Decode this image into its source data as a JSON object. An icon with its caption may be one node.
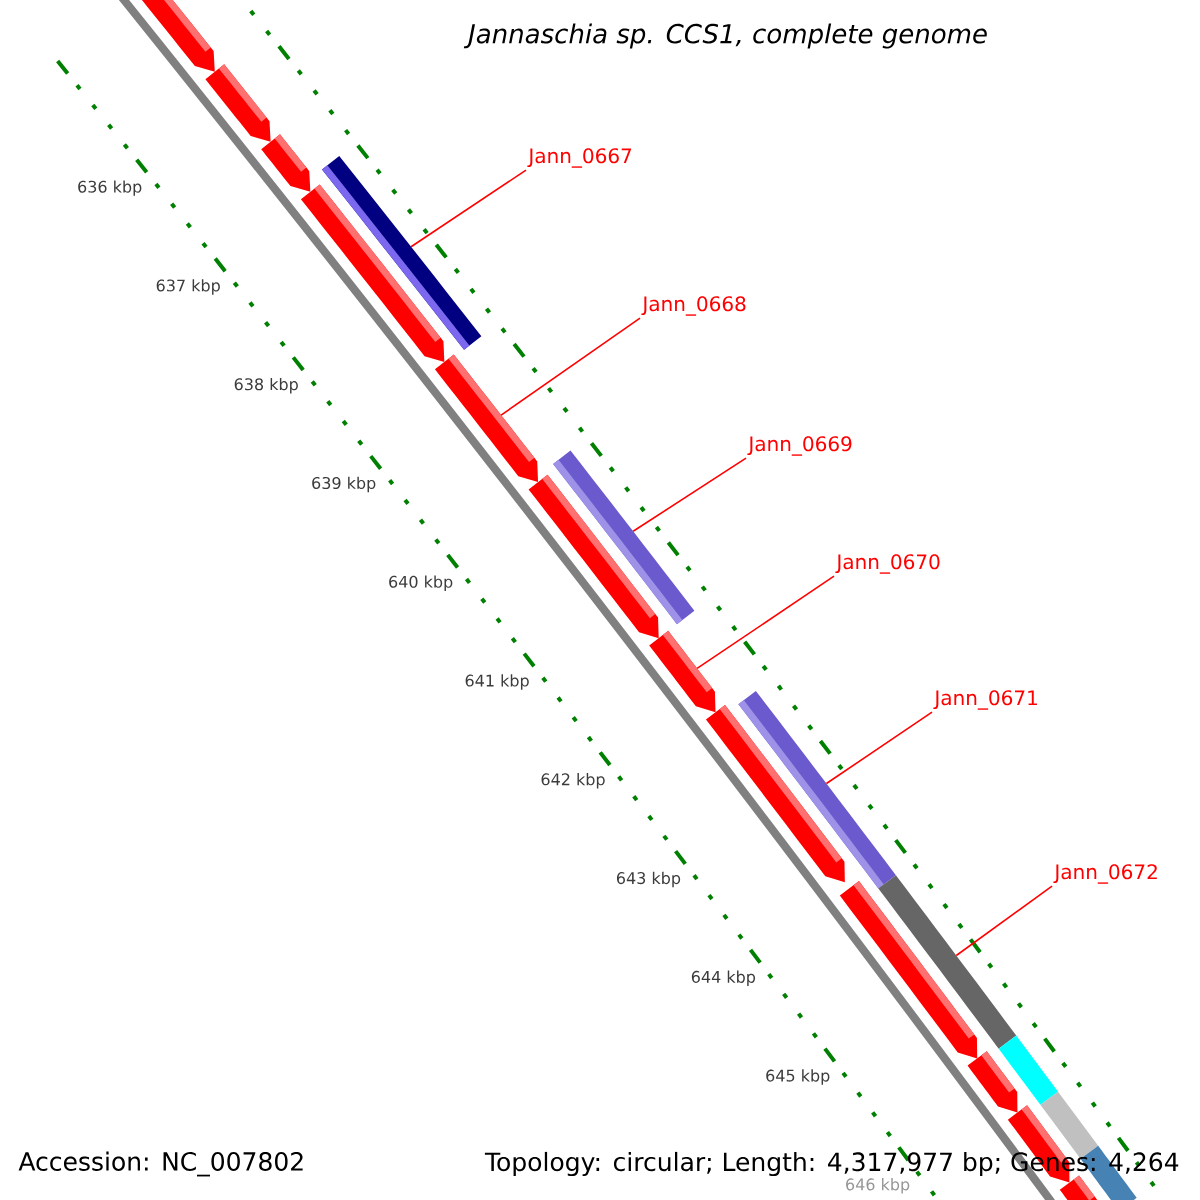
{
  "diagram": {
    "title": "Jannaschia sp. CCS1, complete genome",
    "nodes": [
      {
        "text": [
          "Jann_0667"
        ]
      },
      {
        "text": [
          "Jann_0668"
        ]
      },
      {
        "text": [
          "Jann_0669"
        ]
      },
      {
        "text": [
          "Jann_0670"
        ]
      },
      {
        "text": [
          "Jann_0671"
        ]
      },
      {
        "text": [
          "Jann_0672"
        ]
      },
      {
        "text": [],
        "shape": "arrow"
      },
      {
        "text": [],
        "shape": "arrow"
      },
      {
        "text": [],
        "shape": "arrow"
      },
      {
        "text": [],
        "shape": "arrow"
      },
      {
        "text": [],
        "shape": "arrow"
      },
      {
        "text": [],
        "shape": "arrow"
      },
      {
        "text": [],
        "shape": "arrow"
      },
      {
        "text": [],
        "shape": "arrow"
      },
      {
        "text": [],
        "shape": "arrow"
      },
      {
        "text": [],
        "shape": "arrow"
      },
      {
        "text": [],
        "shape": "arrow"
      },
      {
        "text": [],
        "shape": "arrow"
      },
      {
        "text": [],
        "shape": "bar"
      },
      {
        "text": [],
        "shape": "bar"
      },
      {
        "text": [],
        "shape": "bar"
      },
      {
        "text": [],
        "shape": "bar"
      },
      {
        "text": [],
        "shape": "bar"
      },
      {
        "text": [],
        "shape": "bar"
      },
      {
        "text": [],
        "shape": "bar"
      }
    ],
    "edges": [
      {
        "from": 0,
        "to": 18,
        "arrow": "none"
      },
      {
        "from": 1,
        "to": 10,
        "arrow": "none"
      },
      {
        "from": 2,
        "to": 19,
        "arrow": "none"
      },
      {
        "from": 3,
        "to": 12,
        "arrow": "none"
      },
      {
        "from": 4,
        "to": 20,
        "arrow": "none"
      },
      {
        "from": 5,
        "to": 21,
        "arrow": "none"
      }
    ],
    "labels": [
      "636 kbp",
      "637 kbp",
      "638 kbp",
      "639 kbp",
      "640 kbp",
      "641 kbp",
      "642 kbp",
      "643 kbp",
      "644 kbp",
      "645 kbp",
      "646 kbp",
      "Accession: NC_007802",
      "Topology: circular; Length: 4,317,977 bp; Genes: 4,264"
    ]
  }
}
